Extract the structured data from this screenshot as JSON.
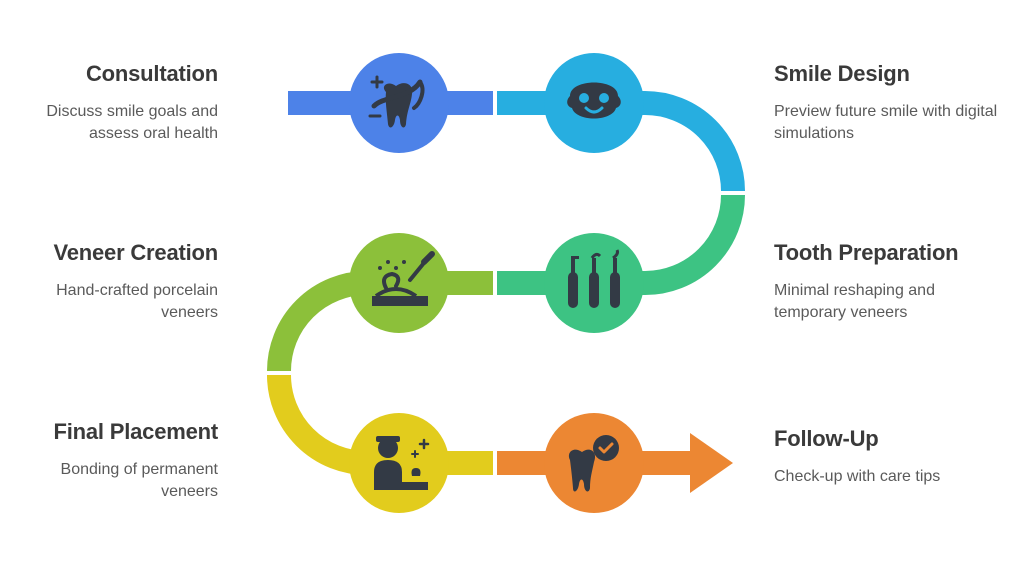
{
  "steps": [
    {
      "title": "Consultation",
      "desc": "Discuss smile goals and assess oral health",
      "color": "#4d82e8",
      "icon": "tooth-care-icon"
    },
    {
      "title": "Smile Design",
      "desc": "Preview future smile with digital simulations",
      "color": "#27aee0",
      "icon": "smiling-face-icon"
    },
    {
      "title": "Tooth Preparation",
      "desc": "Minimal reshaping and temporary veneers",
      "color": "#3dc383",
      "icon": "dental-tools-icon"
    },
    {
      "title": "Veneer Creation",
      "desc": "Hand-crafted porcelain veneers",
      "color": "#8cc03a",
      "icon": "crafting-icon"
    },
    {
      "title": "Final Placement",
      "desc": "Bonding of permanent veneers",
      "color": "#e2cc1d",
      "icon": "dentist-icon"
    },
    {
      "title": "Follow-Up",
      "desc": "Check-up with care tips",
      "color": "#ec8733",
      "icon": "tooth-check-icon"
    }
  ]
}
